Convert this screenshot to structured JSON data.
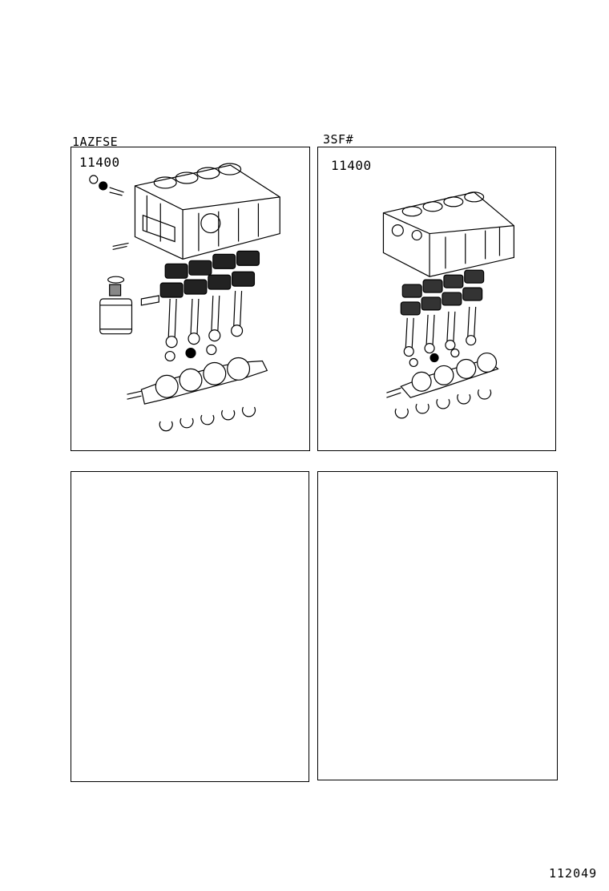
{
  "panels": [
    {
      "engine_label": "1AZFSE",
      "part_number": "11400"
    },
    {
      "engine_label": "3SF#",
      "part_number": "11400"
    },
    {
      "engine_label": "",
      "part_number": ""
    },
    {
      "engine_label": "",
      "part_number": ""
    }
  ],
  "footer": {
    "document_number": "112049"
  }
}
